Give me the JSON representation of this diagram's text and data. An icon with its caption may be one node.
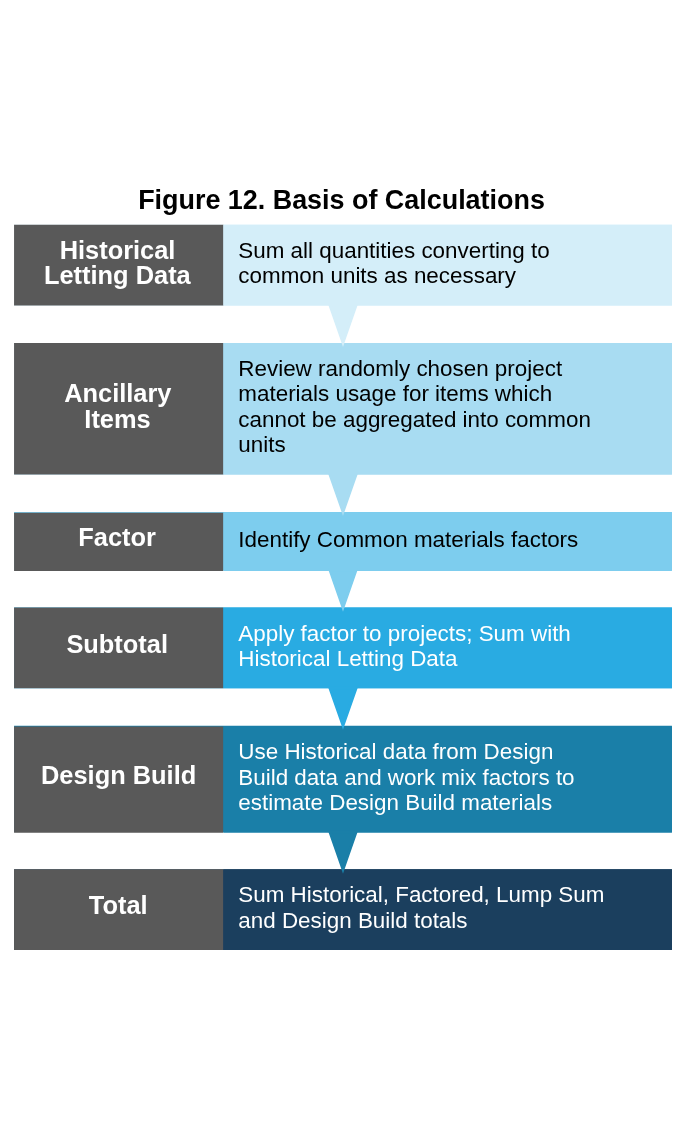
{
  "diagram": {
    "title": "Figure 12. Basis of Calculations",
    "nodes": [
      {
        "text": [
          "Historical Letting Data",
          "Sum all quantities converting to common units as necessary"
        ]
      },
      {
        "text": [
          "Ancillary Items",
          "Review randomly chosen project materials usage for items which cannot be aggregated into common units"
        ]
      },
      {
        "text": [
          "Factor",
          "Identify Common materials factors"
        ]
      },
      {
        "text": [
          "Subtotal",
          "Apply factor to projects; Sum with Historical Letting Data"
        ]
      },
      {
        "text": [
          "Design Build",
          "Use Historical data from Design Build data and work mix factors to estimate Design Build materials"
        ]
      },
      {
        "text": [
          "Total",
          "Sum Historical, Factored, Lump Sum and Design Build totals"
        ]
      }
    ],
    "edges": [
      {
        "from": 0,
        "to": 1,
        "arrow": "to",
        "color": "#d4eef9"
      },
      {
        "from": 1,
        "to": 2,
        "arrow": "to",
        "color": "#a8dcf2"
      },
      {
        "from": 2,
        "to": 3,
        "arrow": "to",
        "color": "#7dcdee"
      },
      {
        "from": 3,
        "to": 4,
        "arrow": "to",
        "color": "#29abe2"
      },
      {
        "from": 4,
        "to": 5,
        "arrow": "to",
        "color": "#1a7fa8"
      }
    ]
  }
}
